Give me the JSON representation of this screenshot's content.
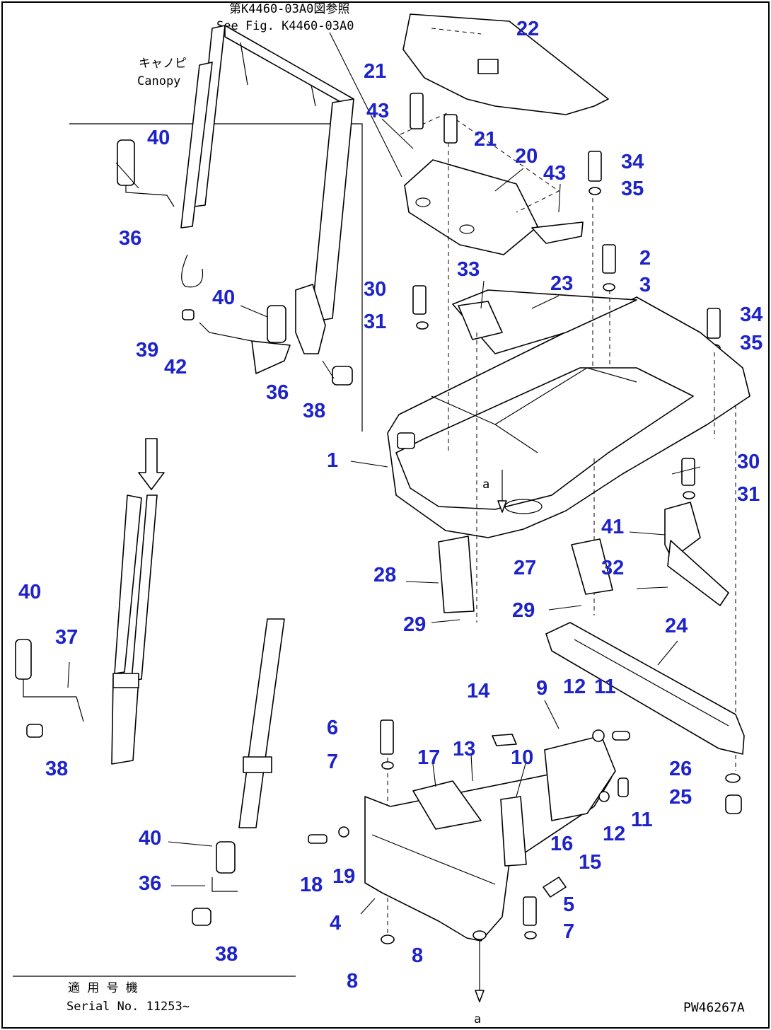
{
  "ref_note": {
    "jp": "第K4460-03A0図参照",
    "en": "See Fig. K4460-03A0"
  },
  "canopy_label": {
    "jp": "キャノピ",
    "en": "Canopy"
  },
  "serial_note": {
    "jp": "適 用 号 機",
    "en": "Serial No. 11253~"
  },
  "view_letter": "a",
  "drawing_number": "PW46267A",
  "callouts": {
    "c1": "1",
    "c2": "2",
    "c3": "3",
    "c4": "4",
    "c5": "5",
    "c6": "6",
    "c7": "7",
    "c8": "8",
    "c9": "9",
    "c10": "10",
    "c11": "11",
    "c12": "12",
    "c13": "13",
    "c14": "14",
    "c15": "15",
    "c16": "16",
    "c17": "17",
    "c18": "18",
    "c19": "19",
    "c20": "20",
    "c21": "21",
    "c22": "22",
    "c23": "23",
    "c24": "24",
    "c25": "25",
    "c26": "26",
    "c27": "27",
    "c28": "28",
    "c29": "29",
    "c30": "30",
    "c31": "31",
    "c32": "32",
    "c33": "33",
    "c34": "34",
    "c35": "35",
    "c36": "36",
    "c37": "37",
    "c38": "38",
    "c39": "39",
    "c40": "40",
    "c41": "41",
    "c42": "42",
    "c43": "43"
  },
  "colors": {
    "callout": "#1d23c9",
    "line": "#000000",
    "background": "#ffffff"
  }
}
